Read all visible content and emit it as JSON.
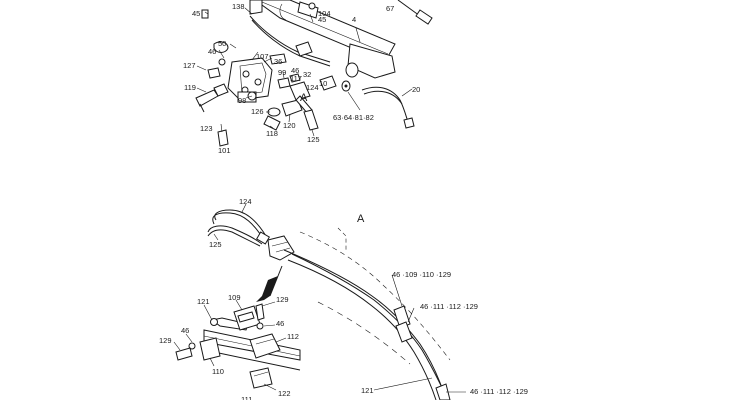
{
  "colors": {
    "ink": "#1a1a1a",
    "paper": "#ffffff"
  },
  "labels": {
    "l45a": "45",
    "l138": "138",
    "l104": "104",
    "l67": "67",
    "l45b": "45",
    "l4": "4",
    "l50": "50",
    "l46a": "46",
    "l107": "107",
    "l36": "36",
    "l127": "127",
    "l99": "99",
    "l32": "32",
    "l46b": "46",
    "l117": "117",
    "l10": "10",
    "l119": "119",
    "l124a": "124",
    "l98": "98",
    "l126": "126",
    "lA1": "A",
    "l6364": "63·64·81·82",
    "l20": "20",
    "l123": "123",
    "l120": "120",
    "l118": "118",
    "l125a": "125",
    "l101": "101",
    "l124b": "124",
    "l125b": "125",
    "lA2": "A",
    "l46_109": "46 ·109 ·110 ·129",
    "l46_111a": "46 ·111 ·112 ·129",
    "l121a": "121",
    "l109": "109",
    "l129a": "129",
    "l46c": "46",
    "l112": "112",
    "l46d": "46",
    "l129b": "129",
    "l110": "110",
    "l122": "122",
    "l111": "111",
    "l121b": "121",
    "l46_111b": "46 ·111 ·112 ·129"
  }
}
